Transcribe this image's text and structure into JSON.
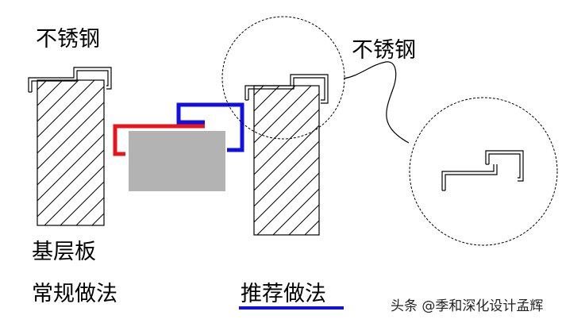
{
  "labels": {
    "stainless_left": "不锈钢",
    "stainless_right": "不锈钢",
    "base_board": "基层板",
    "conventional_method": "常规做法",
    "recommended_method": "推荐做法",
    "watermark": "头条 @季和深化设计孟辉"
  },
  "colors": {
    "red_trim": "#e8151b",
    "blue_trim": "#1010e0",
    "gray_panel": "#b3b3b3",
    "recommended_underline": "#1010e0"
  }
}
